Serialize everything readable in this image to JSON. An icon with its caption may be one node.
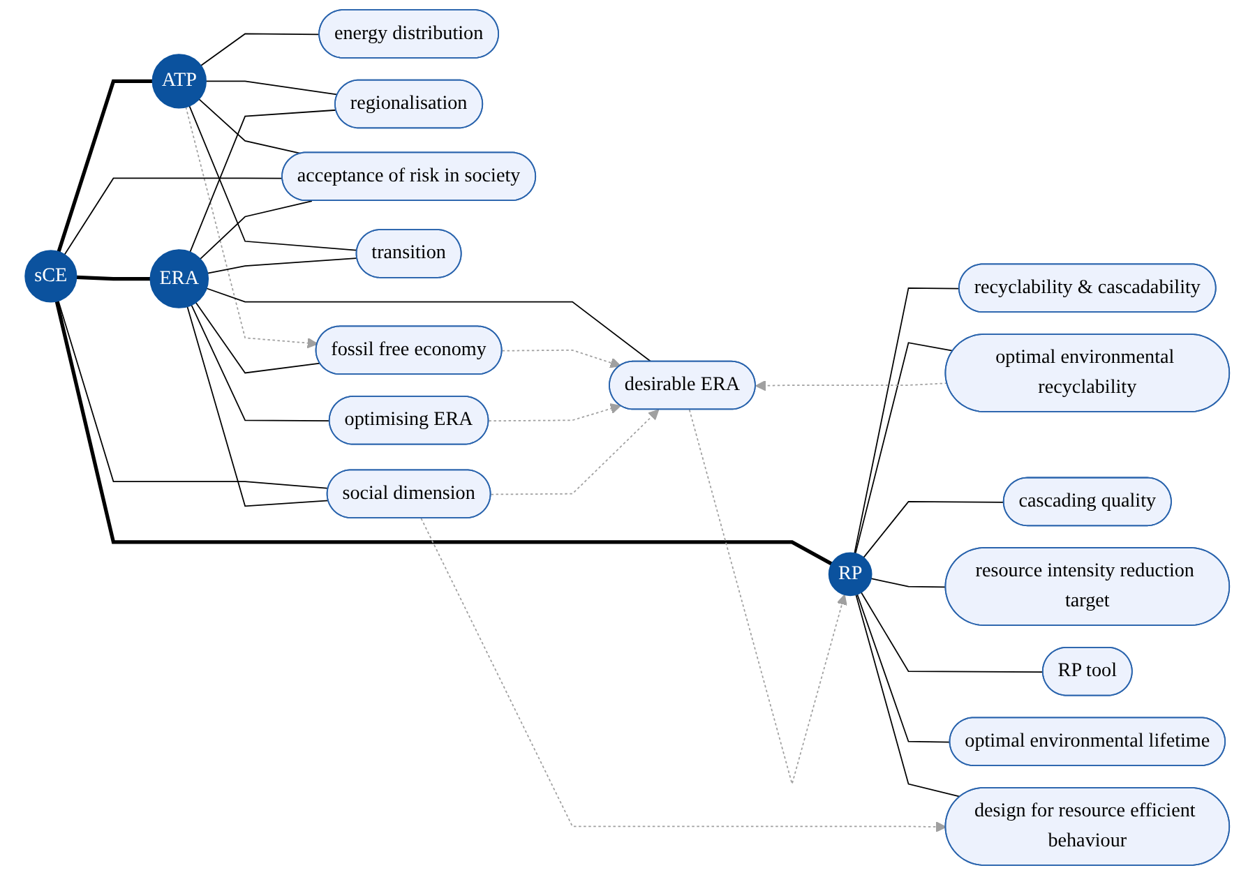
{
  "diagram": {
    "nodes": [
      {
        "text": [
          "sCE"
        ]
      },
      {
        "text": [
          "ATP"
        ]
      },
      {
        "text": [
          "RP"
        ]
      },
      {
        "text": [
          "ERA"
        ]
      },
      {
        "text": [
          "recyclability & cascadability"
        ]
      },
      {
        "text": [
          "energy distribution"
        ]
      },
      {
        "text": [
          "optimal environmental recyclability"
        ]
      },
      {
        "text": [
          "regionalisation"
        ]
      },
      {
        "text": [
          "cascading quality"
        ]
      },
      {
        "text": [
          "acceptance of risk in society"
        ]
      },
      {
        "text": [
          "resource intensity reduction target"
        ]
      },
      {
        "text": [
          "transition"
        ]
      },
      {
        "text": [
          "RP tool"
        ]
      },
      {
        "text": [
          "fossil free economy"
        ]
      },
      {
        "text": [
          "optimal environmental lifetime"
        ]
      },
      {
        "text": [
          "optimising ERA"
        ]
      },
      {
        "text": [
          "design for resource efficient behaviour"
        ]
      },
      {
        "text": [
          "social dimension"
        ]
      },
      {
        "text": [
          "desirable ERA"
        ]
      }
    ],
    "edges": [
      {
        "from": 0,
        "to": 1,
        "arrow": "none",
        "style": "thick"
      },
      {
        "from": 0,
        "to": 2,
        "arrow": "none",
        "style": "thick"
      },
      {
        "from": 0,
        "to": 3,
        "arrow": "none",
        "style": "thick"
      },
      {
        "from": 1,
        "to": 5,
        "arrow": "none"
      },
      {
        "from": 1,
        "to": 7,
        "arrow": "none"
      },
      {
        "from": 1,
        "to": 9,
        "arrow": "none"
      },
      {
        "from": 1,
        "to": 11,
        "arrow": "none"
      },
      {
        "from": 1,
        "to": 13,
        "arrow": "to",
        "style": "dashed",
        "color": "#a0a0a0"
      },
      {
        "from": 0,
        "to": 9,
        "arrow": "none"
      },
      {
        "from": 0,
        "to": 17,
        "arrow": "none"
      },
      {
        "from": 3,
        "to": 7,
        "arrow": "none"
      },
      {
        "from": 3,
        "to": 9,
        "arrow": "none"
      },
      {
        "from": 3,
        "to": 11,
        "arrow": "none"
      },
      {
        "from": 3,
        "to": 13,
        "arrow": "none"
      },
      {
        "from": 3,
        "to": 15,
        "arrow": "none"
      },
      {
        "from": 3,
        "to": 18,
        "arrow": "none"
      },
      {
        "from": 3,
        "to": 17,
        "arrow": "none"
      },
      {
        "from": 2,
        "to": 4,
        "arrow": "none"
      },
      {
        "from": 2,
        "to": 6,
        "arrow": "none"
      },
      {
        "from": 2,
        "to": 8,
        "arrow": "none"
      },
      {
        "from": 2,
        "to": 10,
        "arrow": "none"
      },
      {
        "from": 2,
        "to": 12,
        "arrow": "none"
      },
      {
        "from": 2,
        "to": 14,
        "arrow": "none"
      },
      {
        "from": 2,
        "to": 16,
        "arrow": "none"
      },
      {
        "from": 6,
        "to": 18,
        "arrow": "to",
        "style": "dashed",
        "color": "#a0a0a0"
      },
      {
        "from": 18,
        "to": 2,
        "arrow": "to",
        "style": "dashed",
        "color": "#a0a0a0"
      },
      {
        "from": 13,
        "to": 18,
        "arrow": "to",
        "style": "dashed",
        "color": "#a0a0a0"
      },
      {
        "from": 15,
        "to": 18,
        "arrow": "to",
        "style": "dashed",
        "color": "#a0a0a0"
      },
      {
        "from": 17,
        "to": 16,
        "arrow": "to",
        "style": "dashed",
        "color": "#a0a0a0"
      },
      {
        "from": 17,
        "to": 18,
        "arrow": "to",
        "style": "dashed",
        "color": "#a0a0a0"
      }
    ]
  }
}
